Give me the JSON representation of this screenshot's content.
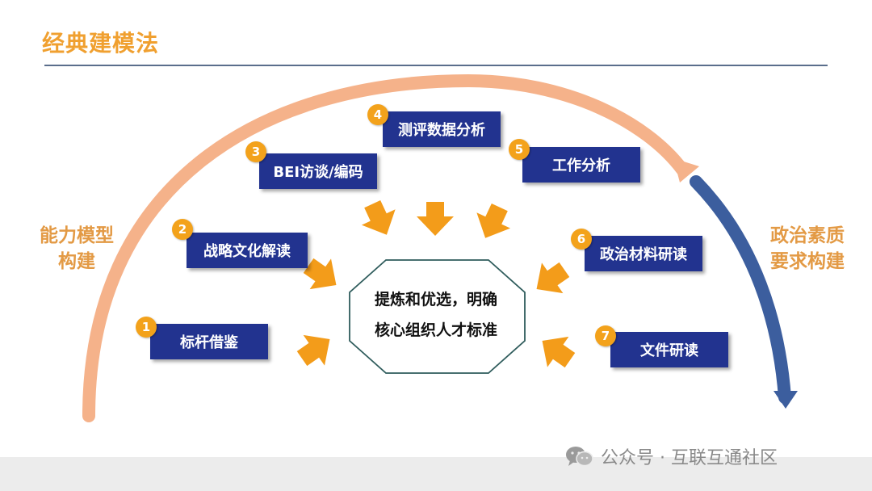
{
  "title": "经典建模法",
  "side_left": [
    "能力模型",
    "构建"
  ],
  "side_right": [
    "政治素质",
    "要求构建"
  ],
  "center": [
    "提炼和优选，明确",
    "核心组织人才标准"
  ],
  "steps": [
    {
      "number": "1",
      "label": "标杆借鉴"
    },
    {
      "number": "2",
      "label": "战略文化解读"
    },
    {
      "number": "3",
      "label": "BEI访谈/编码"
    },
    {
      "number": "4",
      "label": "测评数据分析"
    },
    {
      "number": "5",
      "label": "工作分析"
    },
    {
      "number": "6",
      "label": "政治材料研读"
    },
    {
      "number": "7",
      "label": "文件研读"
    }
  ],
  "watermark": "公众号 · 互联互通社区",
  "colors": {
    "title": "#f0a030",
    "step_box": "#22338f",
    "badge": "#f3a21b",
    "arrow": "#f39c1a",
    "left_arc": "#f5b28a",
    "right_arc": "#3c5e9e",
    "side_label": "#e39a45"
  },
  "icons": {
    "watermark": "wechat-icon"
  }
}
